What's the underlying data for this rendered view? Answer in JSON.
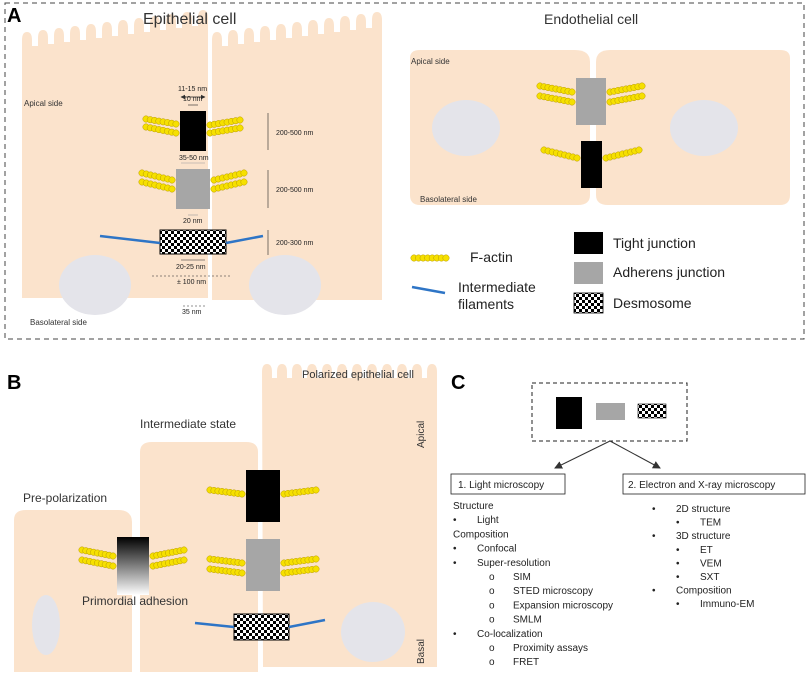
{
  "panel_a": {
    "letter": "A",
    "epithelial_title": "Epithelial cell",
    "endothelial_title": "Endothelial cell",
    "apical_side": "Apical side",
    "basolateral_side": "Basolateral side",
    "endo_apical_side": "Apical side",
    "endo_basolateral_side": "Basolateral side",
    "measurements": {
      "tj_width_range": "11-15 nm",
      "tj_width": "10 nm",
      "aj_width_range": "35-50 nm",
      "aj_width": "20 nm",
      "ds_width_range": "20-25 nm",
      "ds_width_total": "± 100 nm",
      "ds_width_bottom": "35 nm",
      "tj_height": "200-500 nm",
      "aj_height": "200-500 nm",
      "ds_height": "200-300 nm"
    },
    "legend": {
      "factin": "F-actin",
      "intermediate_1": "Intermediate",
      "intermediate_2": "filaments",
      "tight": "Tight junction",
      "adherens": "Adherens junction",
      "desmosome": "Desmosome"
    }
  },
  "panel_b": {
    "letter": "B",
    "polarized": "Polarized epithelial  cell",
    "intermediate_state": "Intermediate state",
    "pre_polarization": "Pre-polarization",
    "primordial_adhesion": "Primordial adhesion",
    "apical": "Apical",
    "basal": "Basal"
  },
  "panel_c": {
    "letter": "C",
    "box_light": "1. Light microscopy",
    "box_em": "2. Electron and X-ray microscopy",
    "light_list": [
      {
        "level": 0,
        "bullet": "",
        "text": "Structure"
      },
      {
        "level": 1,
        "bullet": "•",
        "text": "Light"
      },
      {
        "level": 0,
        "bullet": "",
        "text": "Composition"
      },
      {
        "level": 1,
        "bullet": "•",
        "text": "Confocal"
      },
      {
        "level": 1,
        "bullet": "•",
        "text": "Super-resolution"
      },
      {
        "level": 2,
        "bullet": "o",
        "text": "SIM"
      },
      {
        "level": 2,
        "bullet": "o",
        "text": "STED microscopy"
      },
      {
        "level": 2,
        "bullet": "o",
        "text": "Expansion microscopy"
      },
      {
        "level": 2,
        "bullet": "o",
        "text": "SMLM"
      },
      {
        "level": 1,
        "bullet": "•",
        "text": "Co-localization"
      },
      {
        "level": 2,
        "bullet": "o",
        "text": "Proximity assays"
      },
      {
        "level": 2,
        "bullet": "o",
        "text": "FRET"
      }
    ],
    "em_list": [
      {
        "level": 0,
        "bullet": "•",
        "text": "2D structure"
      },
      {
        "level": 1,
        "bullet": "•",
        "text": "TEM"
      },
      {
        "level": 0,
        "bullet": "•",
        "text": "3D structure"
      },
      {
        "level": 1,
        "bullet": "•",
        "text": "ET"
      },
      {
        "level": 1,
        "bullet": "•",
        "text": "VEM"
      },
      {
        "level": 1,
        "bullet": "•",
        "text": "SXT"
      },
      {
        "level": 0,
        "bullet": "•",
        "text": "Composition"
      },
      {
        "level": 1,
        "bullet": "•",
        "text": "Immuno-EM"
      }
    ]
  },
  "colors": {
    "cell": "#fbe3cc",
    "nucleus": "#e4e4ea",
    "actin": "#f6e000",
    "actin_stroke": "#b89a00",
    "tight": "#000000",
    "adherens": "#a6a6a6",
    "filament": "#2e75c6"
  }
}
